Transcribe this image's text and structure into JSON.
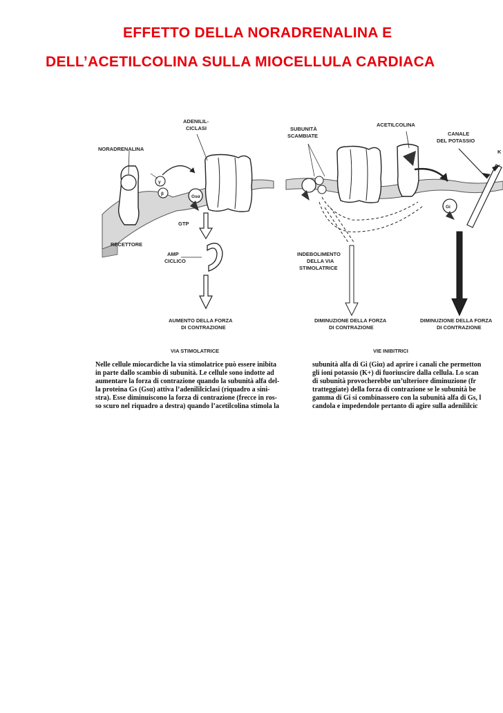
{
  "header": {
    "title_line1": "EFFETTO DELLA NORADRENALINA E",
    "title_line2": "DELL’ACETILCOLINA SULLA MIOCELLULA CARDIACA",
    "title_color": "#e8000b"
  },
  "figure": {
    "left_panel": {
      "adenilil_line1": "ADENILIL-",
      "adenilil_line2": "CICLASI",
      "noradrenalina": "NORADRENALINA",
      "gamma": "γ",
      "beta": "β",
      "gs_alpha": "Gsα",
      "gtp": "GTP",
      "recettore": "RECETTORE",
      "amp_line1": "AMP",
      "amp_line2": "CICLICO",
      "aumento_line1": "AUMENTO DELLA FORZA",
      "aumento_line2": "DI CONTRAZIONE",
      "footer": "VIA STIMOLATRICE"
    },
    "right_panel": {
      "subunita_line1": "SUBUNITÀ",
      "subunita_line2": "SCAMBIATE",
      "acetilcolina": "ACETILCOLINA",
      "canale_line1": "CANALE",
      "canale_line2": "DEL POTASSIO",
      "k_label": "K",
      "gi_alpha": "Gi",
      "indeb_line1": "INDEBOLIMENTO",
      "indeb_line2": "DELLA VIA",
      "indeb_line3": "STIMOLATRICE",
      "dim1_line1": "DIMINUZIONE DELLA FORZA",
      "dim1_line2": "DI CONTRAZIONE",
      "dim2_line1": "DIMINUZIONE DELLA FORZA",
      "dim2_line2": "DI CONTRAZIONE",
      "footer": "VIE INIBITRICI"
    },
    "caption_left": [
      "Nelle cellule miocardiche la via stimolatrice può essere inibita",
      "in parte dallo scambio di subunità. Le cellule sono indotte ad",
      "aumentare la forza di contrazione quando la subunità alfa del-",
      "la proteina Gs (Gsα) attiva l’adenililciclasi (riquadro a sini-",
      "stra). Esse diminuiscono la forza di contrazione (frecce in ros-",
      "so scuro nel riquadro a destra) quando l’acetilcolina stimola la"
    ],
    "caption_right": [
      "subunità alfa di Gi (Giα) ad aprire i canali che permetton",
      "gli ioni potassio (K+) di fuoriuscire dalla cellula. Lo scan",
      "di subunità provocherebbe un’ulteriore diminuzione (fr",
      "tratteggiate) della forza di contrazione se le subunità be",
      "gamma di Gi si combinassero con la subunità alfa di Gs, l",
      "candola e impedendole pertanto di agire sulla adenililcic"
    ]
  }
}
